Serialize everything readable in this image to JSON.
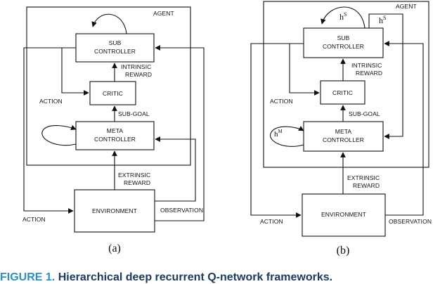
{
  "diagram": {
    "panels": [
      {
        "label": "(a)",
        "agent": "AGENT",
        "sub_controller": [
          "SUB",
          "CONTROLLER"
        ],
        "critic": "CRITIC",
        "meta_controller": [
          "META",
          "CONTROLLER"
        ],
        "environment": "ENVIRONMENT",
        "intrinsic_reward": [
          "INTRINSIC",
          "REWARD"
        ],
        "sub_goal": "SUB-GOAL",
        "action_inner": "ACTION",
        "extrinsic_reward": [
          "EXTRINSIC",
          "REWARD"
        ],
        "action_outer": "ACTION",
        "observation": "OBSERVATION"
      },
      {
        "label": "(b)",
        "agent": "AGENT",
        "sub_controller": [
          "SUB",
          "CONTROLLER"
        ],
        "critic": "CRITIC",
        "meta_controller": [
          "META",
          "CONTROLLER"
        ],
        "environment": "ENVIRONMENT",
        "intrinsic_reward": [
          "INTRINSIC",
          "REWARD"
        ],
        "sub_goal": "SUB-GOAL",
        "action_inner": "ACTION",
        "extrinsic_reward": [
          "EXTRINSIC",
          "REWARD"
        ],
        "action_outer": "ACTION",
        "observation": "OBSERVATION",
        "h_s_loop": "h",
        "h_s_loop_sup": "S",
        "h_s_box": "h",
        "h_s_box_sup": "S",
        "h_m": "h",
        "h_m_sup": "M"
      }
    ]
  },
  "caption": {
    "number": "FIGURE 1.",
    "text": "Hierarchical deep recurrent Q-network frameworks."
  }
}
